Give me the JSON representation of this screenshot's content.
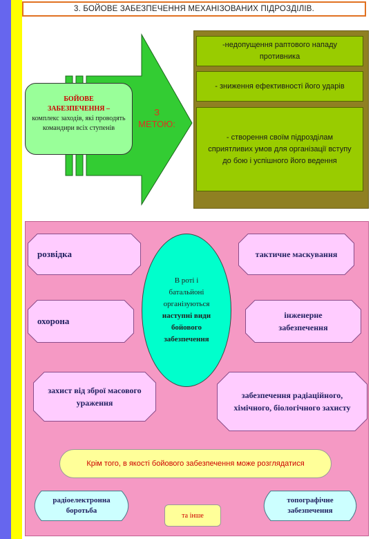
{
  "title": "3. БОЙОВЕ ЗАБЕЗПЕЧЕННЯ МЕХАНІЗОВАНИХ ПІДРОЗДІЛІВ.",
  "definition": {
    "heading_line1": "БОЙОВЕ",
    "heading_line2": "ЗАБЕЗПЕЧЕННЯ –",
    "body": "комплекс заходів, які проводять командири всіх ступенів"
  },
  "arrow_label_line1": "З",
  "arrow_label_line2": "МЕТОЮ:",
  "goals": [
    "-недопущення раптового нападу противника",
    "- зниження ефективності його ударів",
    "- створення своїм підрозділам сприятливих умов для організації вступу до бою і успішного його ведення"
  ],
  "center": {
    "line_normal": "В роті і батальйоні організуються",
    "line_bold": "наступні види бойового забезпечення"
  },
  "types": {
    "recon": "розвідка",
    "tactical_camouflage": "тактичне маскування",
    "guard": "охорона",
    "engineering": "інженерне забезпечення",
    "wmd_protection": "захист від зброї масового ураження",
    "cbrn": "забезпечення радіаційного, хімічного, біологічного захисту"
  },
  "note": "Крім того, в якості бойового забезпечення може розглядатися",
  "extras": {
    "ew": "радіоелектронна боротьба",
    "topo": "топографічне забезпечення",
    "other": "та інше"
  },
  "colors": {
    "stripe_blue": "#6666ee",
    "stripe_yellow": "#ffff00",
    "arrow_green": "#33cc33",
    "goal_box": "#99cc00",
    "goal_panel": "#8f8022",
    "pink_panel": "#f599c4",
    "type_shape": "#ffccff",
    "oval": "#00ffcc",
    "note": "#ffff99",
    "extras_shape": "#ccffff"
  }
}
